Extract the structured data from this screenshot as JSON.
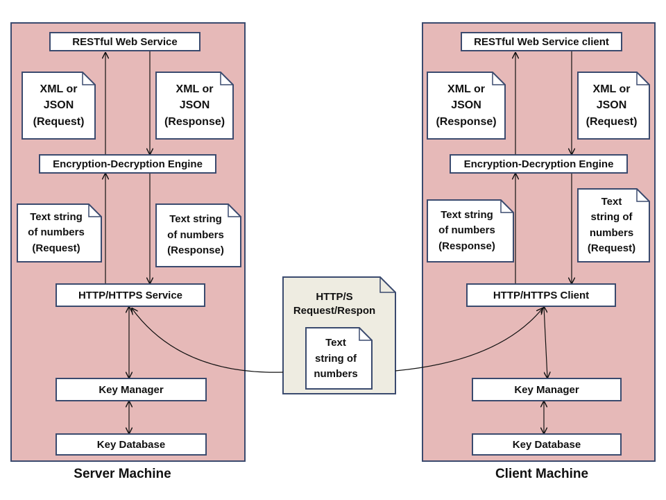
{
  "server": {
    "caption": "Server Machine",
    "restful": "RESTful Web Service",
    "note_request": [
      "XML or",
      "JSON",
      "(Request)"
    ],
    "note_response": [
      "XML or",
      "JSON",
      "(Response)"
    ],
    "engine": "Encryption-Decryption Engine",
    "text_request": [
      "Text string",
      "of numbers",
      "(Request)"
    ],
    "text_response": [
      "Text string",
      "of numbers",
      "(Response)"
    ],
    "http": "HTTP/HTTPS Service",
    "key_manager": "Key Manager",
    "key_database": "Key Database"
  },
  "client": {
    "caption": "Client Machine",
    "restful": "RESTful Web Service client",
    "note_response": [
      "XML or",
      "JSON",
      "(Response)"
    ],
    "note_request": [
      "XML or",
      "JSON",
      "(Request)"
    ],
    "engine": "Encryption-Decryption Engine",
    "text_response": [
      "Text string",
      "of numbers",
      "(Response)"
    ],
    "text_request": [
      "Text",
      "string of",
      "numbers",
      "(Request)"
    ],
    "http": "HTTP/HTTPS Client",
    "key_manager": "Key Manager",
    "key_database": "Key Database"
  },
  "message": {
    "title": [
      "HTTP/S",
      "Request/Respon"
    ],
    "inner": [
      "Text",
      "string of",
      "numbers"
    ]
  },
  "colors": {
    "panel_fill": "#e6b9b8",
    "border": "#3a4a6e",
    "message_fill": "#eeece1"
  }
}
